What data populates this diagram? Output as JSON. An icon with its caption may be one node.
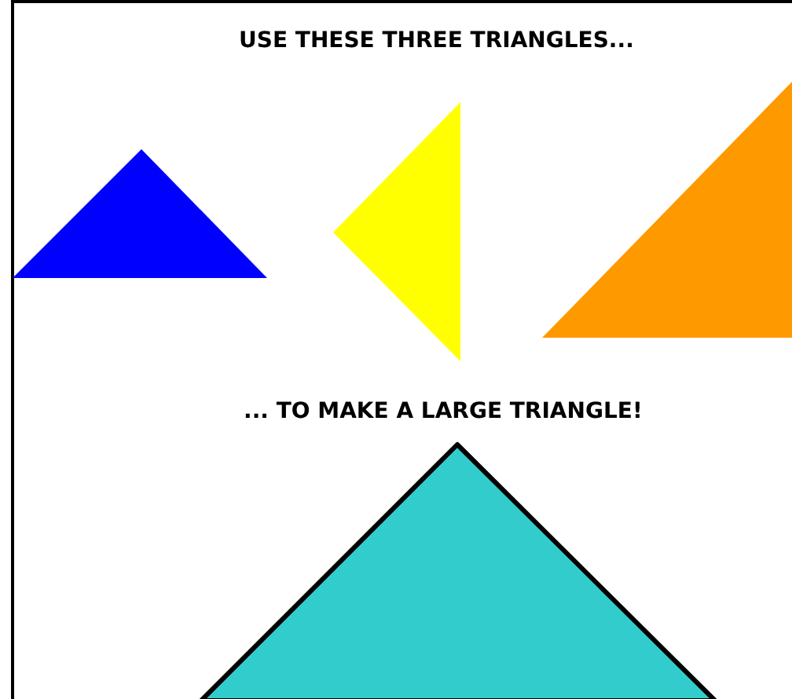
{
  "diagram": {
    "nodes": [
      {
        "text": [],
        "shape": "triangle"
      },
      {
        "text": [],
        "shape": "triangle"
      },
      {
        "text": [],
        "shape": "triangle"
      },
      {
        "text": [],
        "shape": "triangle"
      }
    ],
    "labels": [
      "USE THESE THREE TRIANGLES...",
      "... TO MAKE A LARGE TRIANGLE!"
    ]
  }
}
